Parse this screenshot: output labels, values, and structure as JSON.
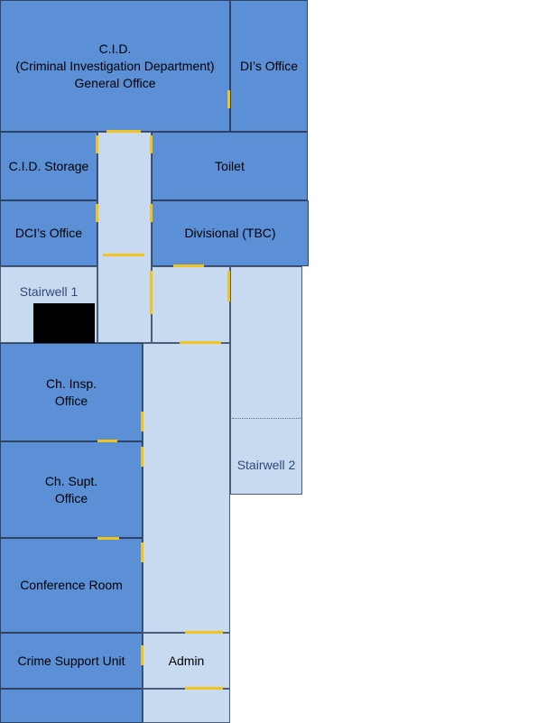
{
  "rooms": {
    "cid_general_office": "C.I.D.\n(Criminal Investigation Department)\nGeneral Office",
    "di_office": "DI’s Office",
    "cid_storage": "C.I.D. Storage",
    "toilet": "Toilet",
    "dci_office": "DCI’s Office",
    "divisional": "Divisional (TBC)",
    "stairwell_1": "Stairwell 1",
    "stairwell_2": "Stairwell 2",
    "ch_insp_office": "Ch. Insp.\nOffice",
    "ch_supt_office": "Ch. Supt.\nOffice",
    "conference_room": "Conference Room",
    "crime_support_unit": "Crime Support Unit",
    "admin": "Admin"
  },
  "colors": {
    "office_fill": "#5b8fd6",
    "corridor_fill": "#c8daf0",
    "door": "#f2c31a",
    "stair_void": "#000000",
    "outline": "#2f4462"
  }
}
